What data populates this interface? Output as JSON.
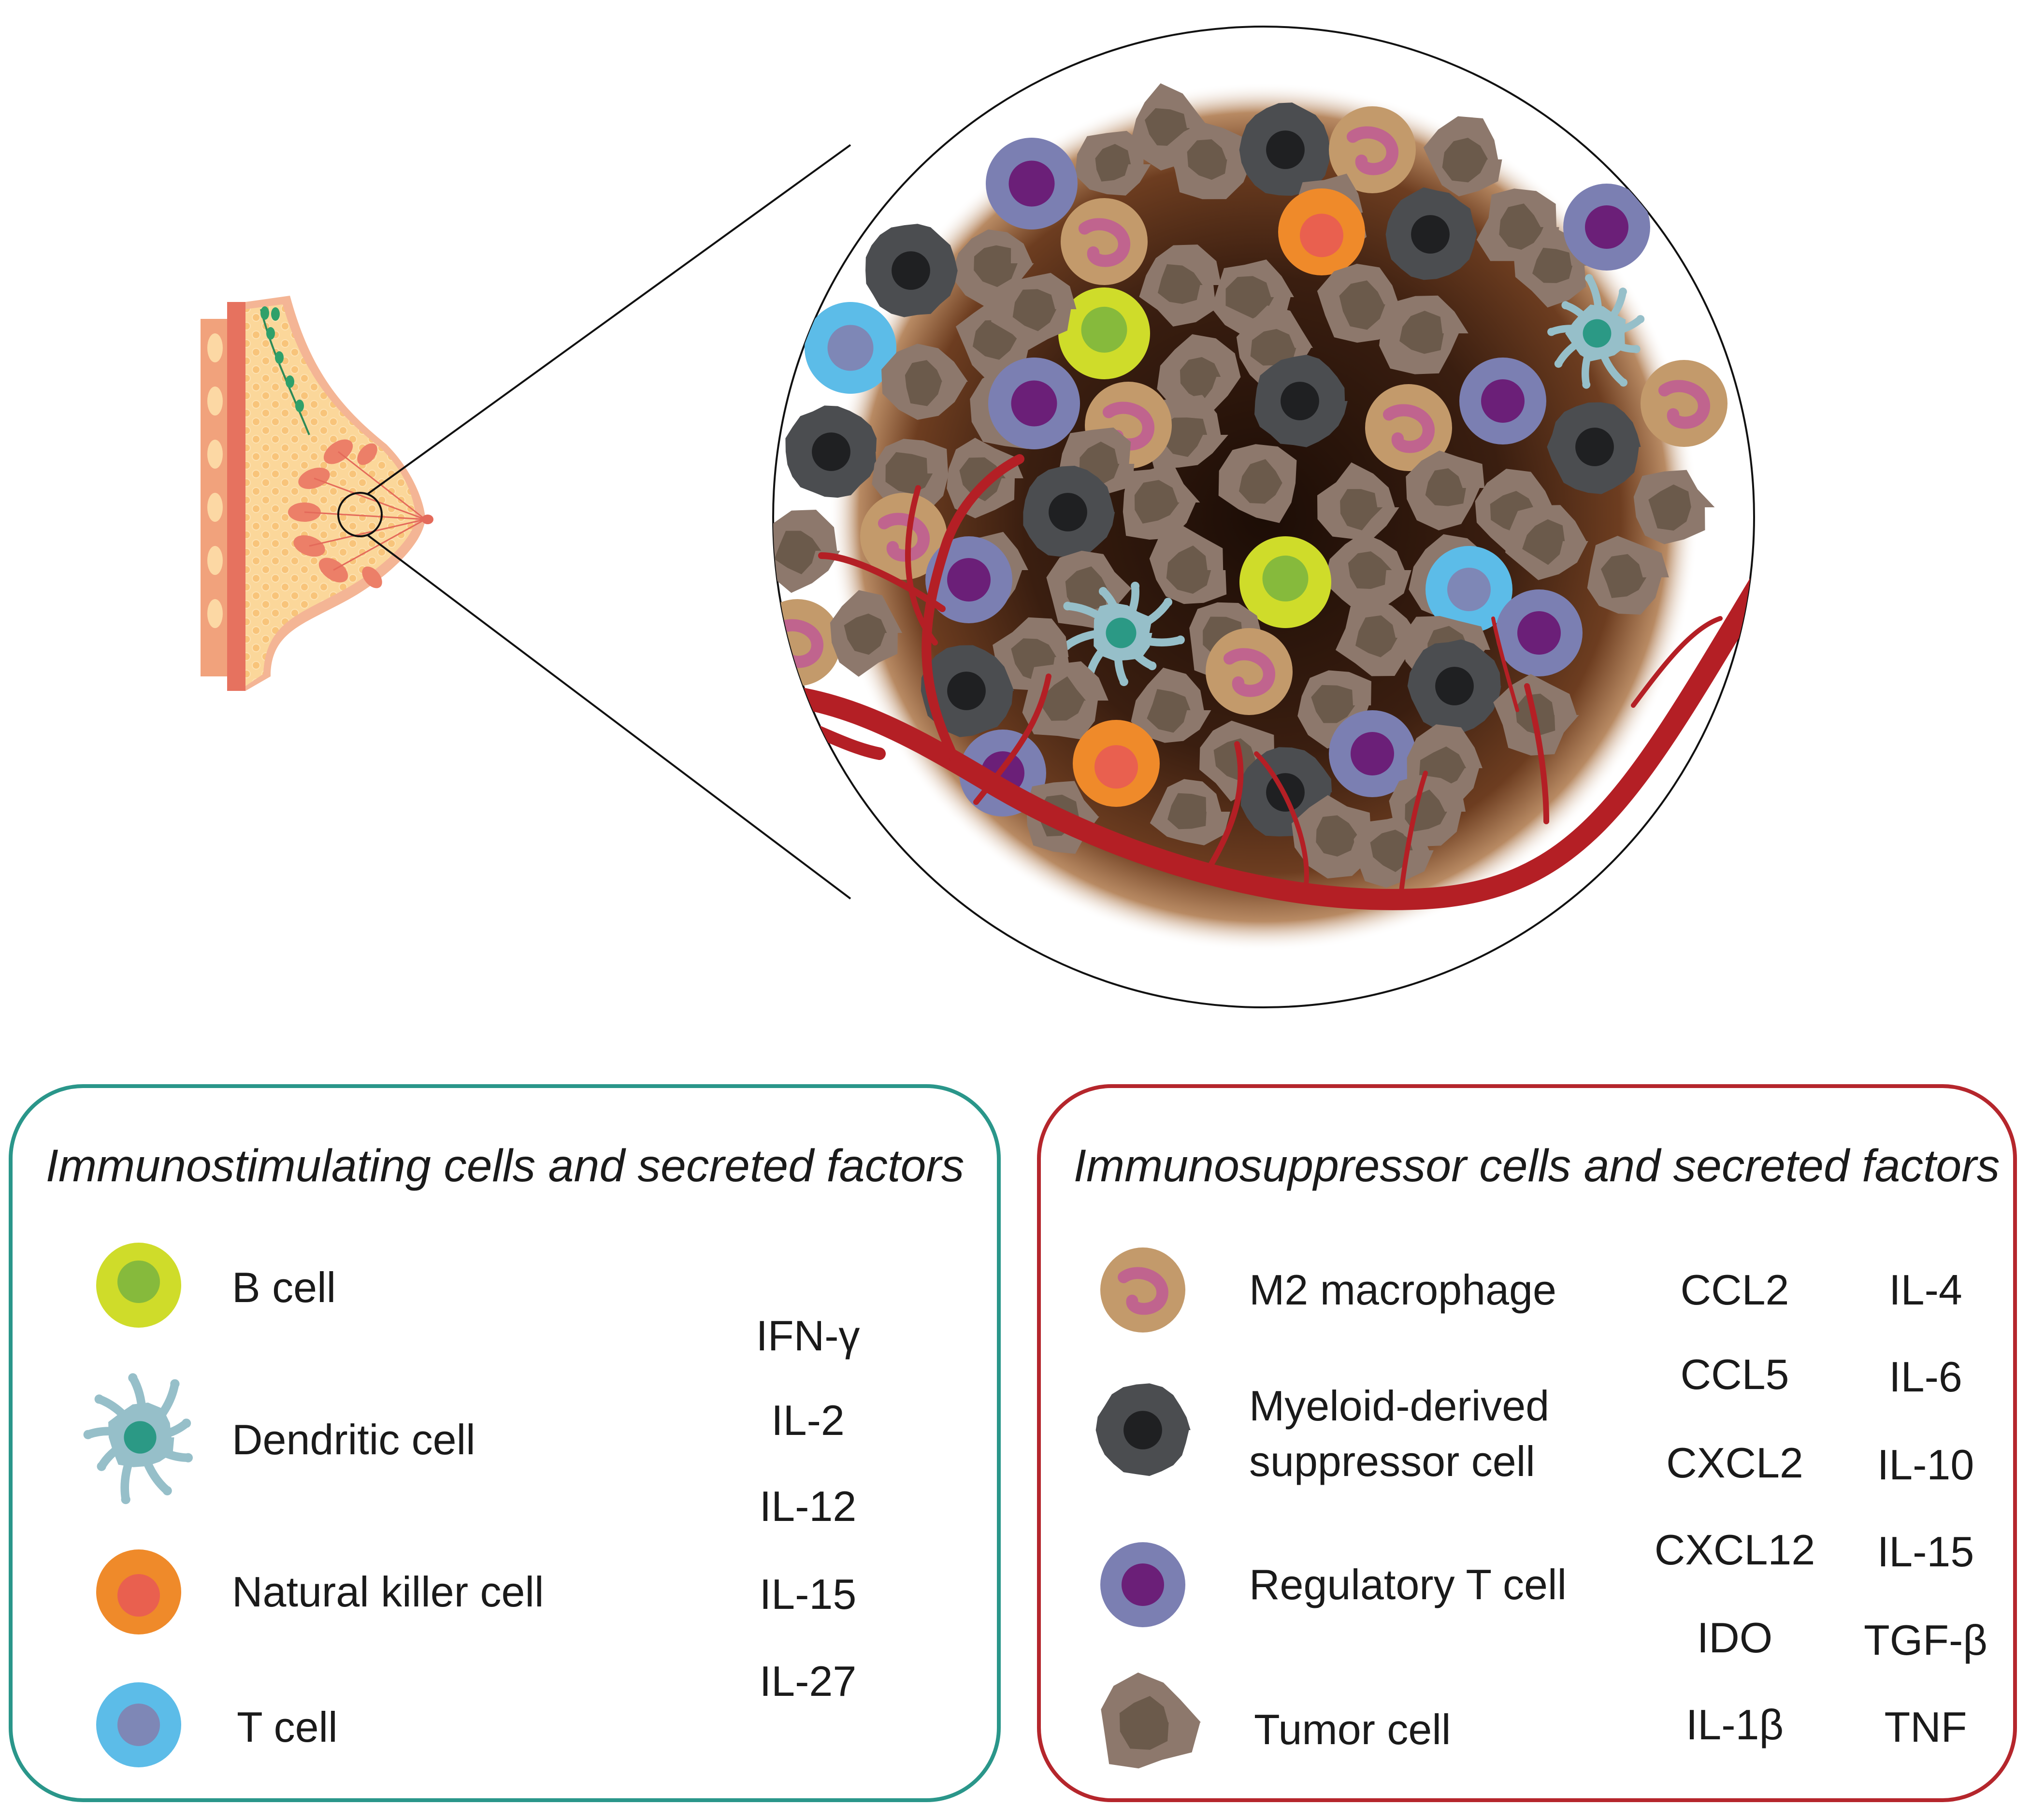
{
  "stimulating_panel": {
    "title": "Immunostimulating cells and secreted factors",
    "border_color": "#2a968a",
    "cells": [
      {
        "label": "B cell",
        "icon": "b-cell-icon"
      },
      {
        "label": "Dendritic cell",
        "icon": "dendritic-cell-icon"
      },
      {
        "label": "Natural killer cell",
        "icon": "nk-cell-icon"
      },
      {
        "label": "T cell",
        "icon": "t-cell-icon"
      }
    ],
    "factors": [
      "IFN-γ",
      "IL-2",
      "IL-12",
      "IL-15",
      "IL-27"
    ]
  },
  "suppressor_panel": {
    "title": "Immunosuppressor cells and secreted factors",
    "border_color": "#b5262c",
    "cells": [
      {
        "label": "M2 macrophage",
        "icon": "m2-macrophage-icon"
      },
      {
        "label": "Myeloid-derived",
        "label2": "suppressor cell",
        "icon": "mdsc-icon"
      },
      {
        "label": "Regulatory T cell",
        "icon": "treg-icon"
      },
      {
        "label": "Tumor cell",
        "icon": "tumor-cell-icon"
      }
    ],
    "factors_col1": [
      "CCL2",
      "CCL5",
      "CXCL2",
      "CXCL12",
      "IDO",
      "IL-1β"
    ],
    "factors_col2": [
      "IL-4",
      "IL-6",
      "IL-10",
      "IL-15",
      "TGF-β",
      "TNF"
    ]
  },
  "colors": {
    "b_cell": "#cfdc2a",
    "b_cell_nucleus": "#86ba3c",
    "dendritic": "#96bfc9",
    "dendritic_nucleus": "#2b9985",
    "nk": "#ef8a2a",
    "nk_nucleus": "#e9604f",
    "t_cell": "#5cbce8",
    "t_cell_nucleus": "#7e87b6",
    "m2": "#c39a6b",
    "m2_nucleus": "#c0648e",
    "mdsc": "#4b4d50",
    "mdsc_nucleus": "#1f2022",
    "treg": "#7b7fb2",
    "treg_nucleus": "#6b1f78",
    "tumor": "#8d786c",
    "tumor_nucleus": "#6b5a4b",
    "vessel": "#b41f25"
  }
}
